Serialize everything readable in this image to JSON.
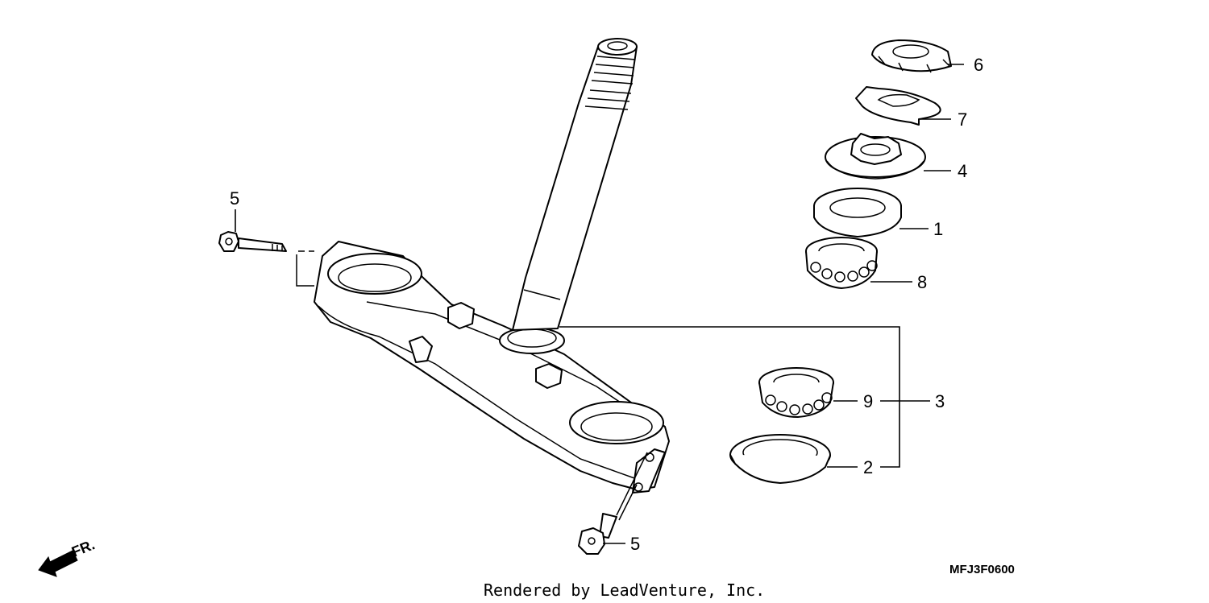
{
  "callouts": {
    "p1": "1",
    "p2": "2",
    "p3": "3",
    "p4": "4",
    "p5a": "5",
    "p5b": "5",
    "p6": "6",
    "p7": "7",
    "p8": "8",
    "p9": "9"
  },
  "direction_label": "FR.",
  "diagram_code": "MFJ3F0600",
  "credit": "Rendered by LeadVenture, Inc."
}
